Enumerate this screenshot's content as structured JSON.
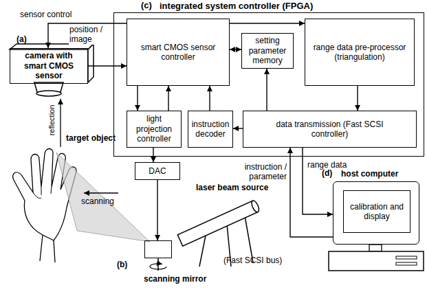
{
  "diagram": {
    "nodes": [
      {
        "text": [
          "integrated system controller (FPGA)"
        ]
      },
      {
        "text": [
          "smart CMOS sensor controller"
        ],
        "in": 0
      },
      {
        "text": [
          "setting parameter memory"
        ],
        "in": 0
      },
      {
        "text": [
          "range data pre-processor (triangulation)"
        ],
        "in": 0
      },
      {
        "text": [
          "light projection controller"
        ],
        "in": 0
      },
      {
        "text": [
          "instruction decoder"
        ],
        "in": 0
      },
      {
        "text": [
          "data transmission (Fast SCSI controller)"
        ],
        "in": 0
      },
      {
        "text": [
          "camera with smart CMOS sensor"
        ]
      },
      {
        "text": [
          "DAC"
        ]
      },
      {
        "text": [
          "scanning mirror"
        ]
      },
      {
        "text": [
          "host computer"
        ]
      },
      {
        "text": [
          "calibration and display"
        ],
        "in": 10
      }
    ],
    "edges": [
      {
        "from": 1,
        "to": 7,
        "arrow": "to",
        "label": "sensor control"
      },
      {
        "from": 7,
        "to": 1,
        "arrow": "to",
        "label": "position / image"
      },
      {
        "from": 1,
        "to": 2,
        "arrow": "both"
      },
      {
        "from": 1,
        "to": 3,
        "arrow": "to"
      },
      {
        "from": 3,
        "to": 6,
        "arrow": "to"
      },
      {
        "from": 1,
        "to": 4,
        "arrow": "to"
      },
      {
        "from": 4,
        "to": 1,
        "arrow": "to"
      },
      {
        "from": 5,
        "to": 1,
        "arrow": "to"
      },
      {
        "from": 6,
        "to": 5,
        "arrow": "to"
      },
      {
        "from": 6,
        "to": 2,
        "arrow": "to"
      },
      {
        "from": 4,
        "to": 8,
        "arrow": "to"
      },
      {
        "from": 8,
        "to": 9,
        "arrow": "to"
      },
      {
        "from": 6,
        "to": 10,
        "arrow": "to",
        "label": "range data"
      },
      {
        "from": 10,
        "to": 6,
        "arrow": "to",
        "label": "instruction / parameter"
      }
    ],
    "labels": [
      "(a)",
      "(b)",
      "(c)",
      "(d)",
      "target object",
      "reflection",
      "scanning",
      "laser beam source",
      "(Fast SCSI bus)"
    ]
  }
}
